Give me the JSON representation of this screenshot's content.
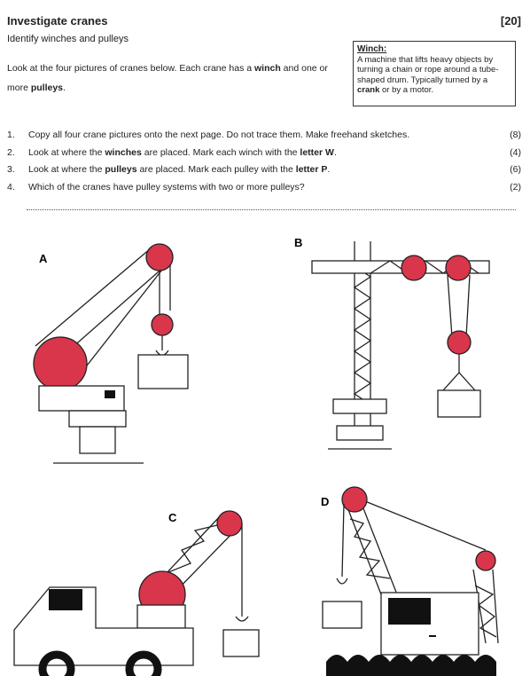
{
  "header": {
    "title": "Investigate cranes",
    "marks": "[20]",
    "subtitle": "Identify winches and pulleys"
  },
  "intro": {
    "part1": "Look at the four pictures of cranes below.  Each crane has a ",
    "winch_word": "winch",
    "part2": " and one or more ",
    "pulleys_word": "pulleys",
    "part3": "."
  },
  "winch_box": {
    "heading": "Winch:",
    "definition_1": "A machine that lifts heavy objects by turning a chain or rope around a tube-shaped drum. Typically turned by a ",
    "crank_word": "crank",
    "definition_2": " or by a motor."
  },
  "questions": [
    {
      "num": "1.",
      "pre": "Copy all four crane pictures onto the next page. Do not trace them. Make freehand sketches.",
      "mid": "",
      "post": "",
      "marks": "(8)"
    },
    {
      "num": "2.",
      "pre": "Look at where the ",
      "mid": "winches",
      "pre2": " are placed. Mark each winch with the ",
      "mid2": "letter W",
      "post": ".",
      "marks": "(4)"
    },
    {
      "num": "3.",
      "pre": "Look at where the ",
      "mid": "pulleys",
      "pre2": " are placed. Mark each pulley with the ",
      "mid2": "letter P",
      "post": ".",
      "marks": "(6)"
    },
    {
      "num": "4.",
      "pre": "Which of the cranes have pulley systems with two or more pulleys?",
      "mid": "",
      "post": "",
      "marks": "(2)"
    }
  ],
  "cranes": {
    "a": "A",
    "b": "B",
    "c": "C",
    "d": "D"
  },
  "colors": {
    "pulley_red": "#d9364b"
  }
}
